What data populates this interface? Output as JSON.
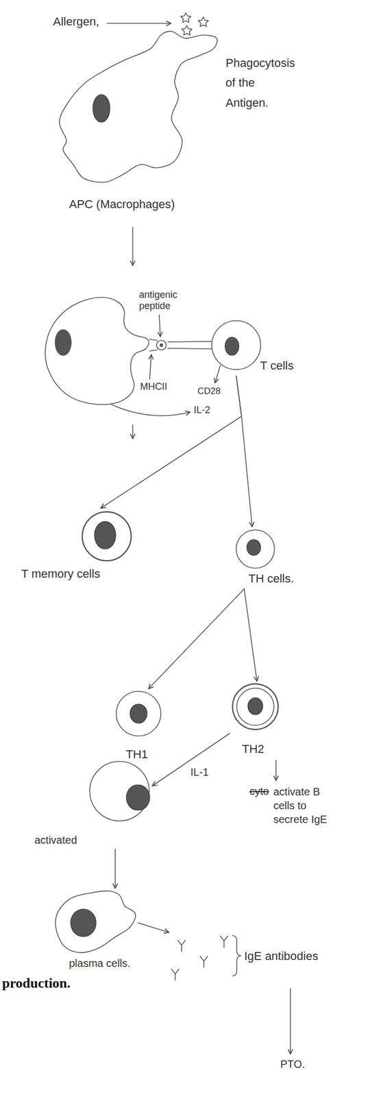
{
  "diagram": {
    "nodes": [
      {
        "text": [
          "APC (Macrophages)"
        ]
      },
      {
        "text": [
          "T cells"
        ]
      },
      {
        "text": [
          "T memory cells"
        ]
      },
      {
        "text": [
          "TH cells."
        ]
      },
      {
        "text": [
          "TH1"
        ]
      },
      {
        "text": [
          "TH2"
        ]
      },
      {
        "text": [
          "activated"
        ]
      },
      {
        "text": [
          "plasma cells."
        ]
      }
    ],
    "edges": [
      {
        "from": 1,
        "to": 2,
        "arrow": "to"
      },
      {
        "from": 1,
        "to": 3,
        "arrow": "to"
      },
      {
        "from": 3,
        "to": 4,
        "arrow": "to"
      },
      {
        "from": 3,
        "to": 5,
        "arrow": "to"
      },
      {
        "from": 5,
        "to": 6,
        "label": "IL-1",
        "arrow": "to"
      },
      {
        "from": 6,
        "to": 7,
        "arrow": "to"
      }
    ],
    "labels": [
      "Allergen,",
      "Phagocytosis of the Antigen.",
      "antigenic peptide",
      "MHCII",
      "IL-2",
      "CD28",
      "cyto",
      "activate B cells to secrete IgE",
      "IgE antibodies",
      "production.",
      "PTO."
    ]
  }
}
